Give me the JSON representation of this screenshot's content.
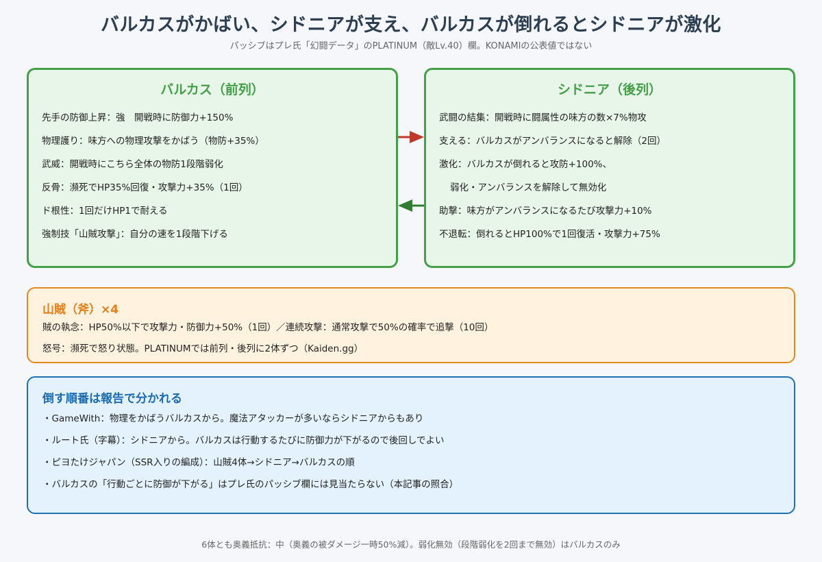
{
  "title": "バルカスがかばい、シドニアが支え、バルカスが倒れるとシドニアが激化",
  "subtitle": "パッシブはプレ氏「幻闘データ」のPLATINUM（敵Lv.40）欄。KONAMIの公表値ではない",
  "left_card": {
    "title": "バルカス（前列）",
    "lines": [
      "先手の防御上昇：強　開戦時に防御力+150%",
      "物理護り：味方への物理攻撃をかばう（物防+35%）",
      "武威：開戦時にこちら全体の物防1段階弱化",
      "反骨：瀕死でHP35%回復・攻撃力+35%（1回）",
      "ド根性：1回だけHP1で耐える",
      "強制技「山賊攻撃」：自分の速を1段階下げる"
    ]
  },
  "right_card": {
    "title": "シドニア（後列）",
    "lines": [
      "武闘の結集：開戦時に闘属性の味方の数×7%物攻",
      "支える：バルカスがアンバランスになると解除（2回）",
      "激化：バルカスが倒れると攻防+100%、",
      "弱化・アンバランスを解除して無効化",
      "助撃：味方がアンバランスになるたび攻撃力+10%",
      "不退転：倒れるとHP100%で1回復活・攻撃力+75%"
    ]
  },
  "arrows": {
    "to_right_color": "#c0392b",
    "to_left_color": "#2e7d32"
  },
  "bandits": {
    "title": "山賊（斧）×4",
    "lines": [
      "賊の執念：HP50%以下で攻撃力・防御力+50%（1回）／連続攻撃：通常攻撃で50%の確率で追撃（10回）",
      "怒号：瀕死で怒り状態。PLATINUMでは前列・後列に2体ずつ（Kaiden.gg）"
    ]
  },
  "order": {
    "title": "倒す順番は報告で分かれる",
    "lines": [
      "・GameWith：物理をかばうバルカスから。魔法アタッカーが多いならシドニアからもあり",
      "・ルート氏（字幕）：シドニアから。バルカスは行動するたびに防御力が下がるので後回しでよい",
      "・ピヨたけジャパン（SSR入りの編成）：山賊4体→シドニア→バルカスの順",
      "・バルカスの「行動ごとに防御が下がる」はプレ氏のパッシブ欄には見当たらない（本記事の照合）"
    ]
  },
  "footer": "6体とも奥義抵抗：中（奥義の被ダメージ一時50%減）。弱化無効（段階弱化を2回まで無効）はバルカスのみ"
}
